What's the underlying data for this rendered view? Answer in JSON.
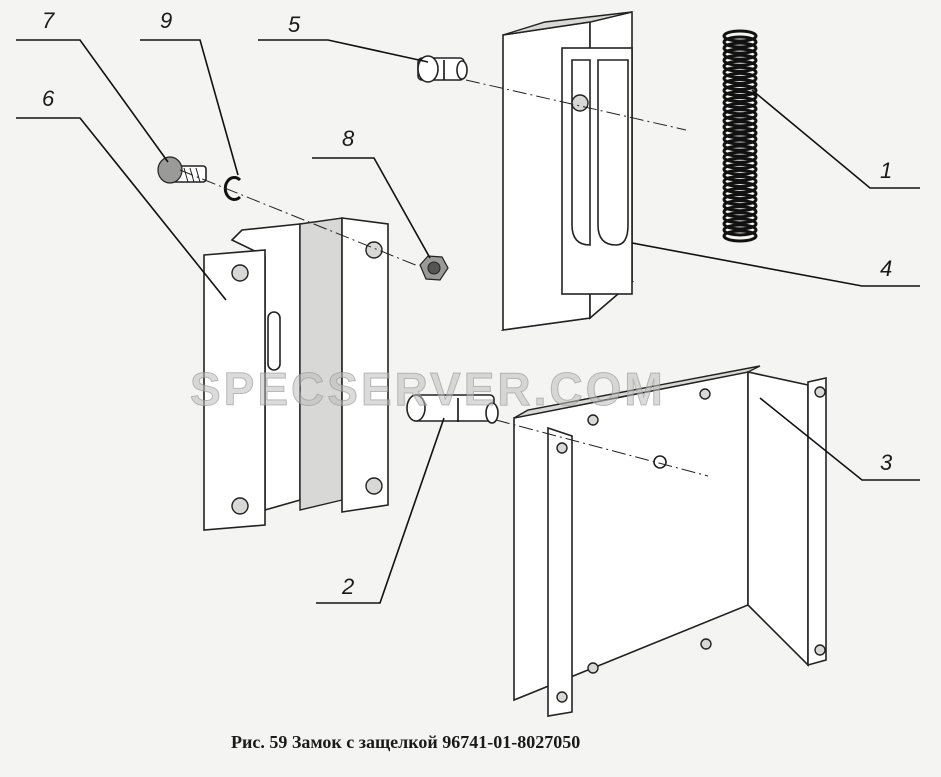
{
  "callouts": {
    "c1": "1",
    "c2": "2",
    "c3": "3",
    "c4": "4",
    "c5": "5",
    "c6": "6",
    "c7": "7",
    "c8": "8",
    "c9": "9"
  },
  "watermark": "SPECSERVER.COM",
  "caption": "Рис. 59 Замок с защелкой 96741-01-8027050"
}
